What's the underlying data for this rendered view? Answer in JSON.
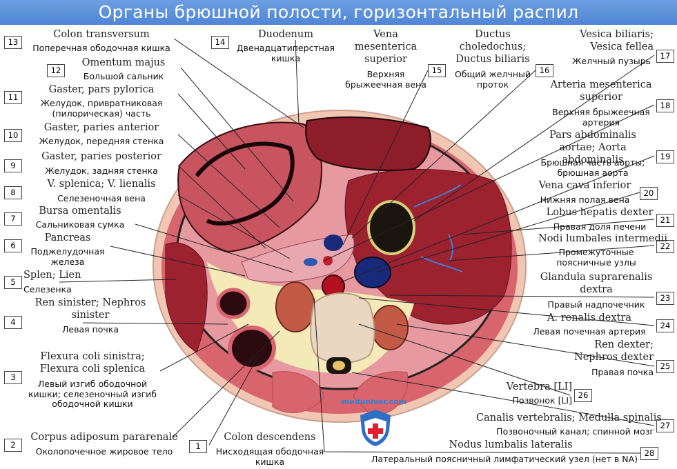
{
  "title": "Органы брюшной полости, горизонтальный распил",
  "watermark": "meduniver.com",
  "labels": [
    {
      "num": "13",
      "latin": "Colon transversum",
      "russian": "Поперечная ободочная кишка"
    },
    {
      "num": "12",
      "latin": "Omentum majus",
      "russian": "Большой сальник"
    },
    {
      "num": "11",
      "latin": "Gaster, pars pylorica",
      "russian": "Желудок, привратниковая (пилорическая) часть"
    },
    {
      "num": "10",
      "latin": "Gaster, paries anterior",
      "russian": "Желудок, передняя стенка"
    },
    {
      "num": "9",
      "latin": "Gaster, paries posterior",
      "russian": "Желудок, задняя стенка"
    },
    {
      "num": "8",
      "latin": "V. splenica; V. lienalis",
      "russian": "Селезеночная вена"
    },
    {
      "num": "7",
      "latin": "Bursa omentalis",
      "russian": "Сальниковая сумка"
    },
    {
      "num": "6",
      "latin": "Pancreas",
      "russian": "Поджелудочная железа"
    },
    {
      "num": "5",
      "latin": "Splen; Lien",
      "russian": "Селезенка"
    },
    {
      "num": "4",
      "latin": "Ren sinister; Nephros sinister",
      "russian": "Левая почка"
    },
    {
      "num": "3",
      "latin": "Flexura coli sinistra; Flexura coli splenica",
      "russian": "Левый изгиб ободочной кишки; селезеночный изгиб ободочной кишки"
    },
    {
      "num": "2",
      "latin": "Corpus adiposum pararenale",
      "russian": "Околопочечное жировое тело"
    },
    {
      "num": "1",
      "latin": "Colon descendens",
      "russian": "Нисходящая ободочная кишка"
    },
    {
      "num": "14",
      "latin": "Duodenum",
      "russian": "Двенадцатиперстная кишка"
    },
    {
      "num": "15",
      "latin": "Vena mesenterica superior",
      "russian": "Верхняя брыжеечная вена"
    },
    {
      "num": "16",
      "latin": "Ductus choledochus; Ductus biliaris",
      "russian": "Общий желчный проток"
    },
    {
      "num": "17",
      "latin": "Vesica biliaris; Vesica fellea",
      "russian": "Желчный пузырь"
    },
    {
      "num": "18",
      "latin": "Arteria mesenterica superior",
      "russian": "Верхняя брыжеечная артерия"
    },
    {
      "num": "19",
      "latin": "Pars abdominalis aortae; Aorta abdominalis",
      "russian": "Брюшная часть аорты; брюшная аорта"
    },
    {
      "num": "20",
      "latin": "Vena cava inferior",
      "russian": "Нижняя полая вена"
    },
    {
      "num": "21",
      "latin": "Lobus hepatis dexter",
      "russian": "Правая доля печени"
    },
    {
      "num": "22",
      "latin": "Nodi lumbales intermedii",
      "russian": "Промежуточные поясничные узлы"
    },
    {
      "num": "23",
      "latin": "Glandula suprarenalis dextra",
      "russian": "Правый надпочечник"
    },
    {
      "num": "24",
      "latin": "A. renalis dextra",
      "russian": "Левая почечная артерия"
    },
    {
      "num": "25",
      "latin": "Ren dexter; Nephros dexter",
      "russian": "Правая почка"
    },
    {
      "num": "26",
      "latin": "Vertebra [LI]",
      "russian": "Позвонок [LI]"
    },
    {
      "num": "27",
      "latin": "Canalis vertebralis; Medulla spinalis",
      "russian": "Позвоночный канал; спинной мозг"
    },
    {
      "num": "28",
      "latin": "Nodus lumbalis lateralis",
      "russian": "Латеральный поясничный лимфатический узел (нет в NA)"
    }
  ],
  "colors": {
    "banner": "#5a8fdc",
    "liver": "#9c2230",
    "muscle": "#d9626c",
    "fat": "#f4eab8",
    "vertebra": "#e9d7c1",
    "stomach": "#c7545e"
  }
}
